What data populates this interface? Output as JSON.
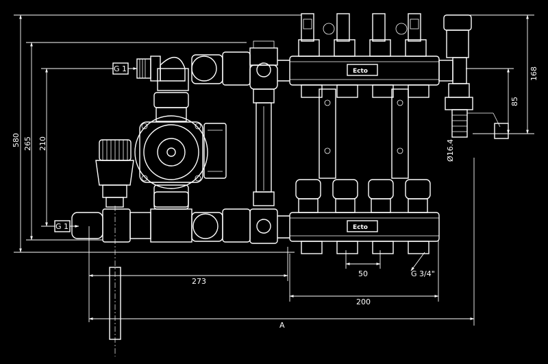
{
  "brand": "Ecto",
  "dimensions": {
    "d580": "580",
    "d265": "265",
    "d210": "210",
    "d168": "168",
    "d85": "85",
    "d273": "273",
    "d50": "50",
    "d200": "200",
    "dA": "A",
    "thread_g1_top": "G 1",
    "thread_g1_bottom": "G 1",
    "thread_g3_4": "G 3/4\"",
    "d16": "Ø16.4"
  }
}
